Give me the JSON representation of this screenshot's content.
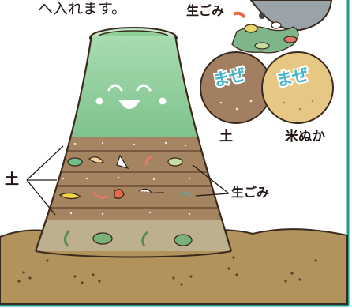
{
  "intro_text": "へ入れます。",
  "labels": {
    "raw_garbage_top": "生ごみ",
    "soil_right": "土",
    "rice_bran": "米ぬか",
    "soil_left": "土",
    "raw_garbage_right": "生ごみ"
  },
  "mix_labels": [
    "まぜ",
    "まぜ"
  ],
  "colors": {
    "border": "#1f9a8e",
    "container_green": "#8fcf9a",
    "soil": "#a98f65",
    "layer_soil": "#a58462",
    "ground": "#b2935d",
    "soil_ball": "#a27f61",
    "rice_bran_ball": "#e6c884",
    "mix_text": "#44b6cc"
  }
}
